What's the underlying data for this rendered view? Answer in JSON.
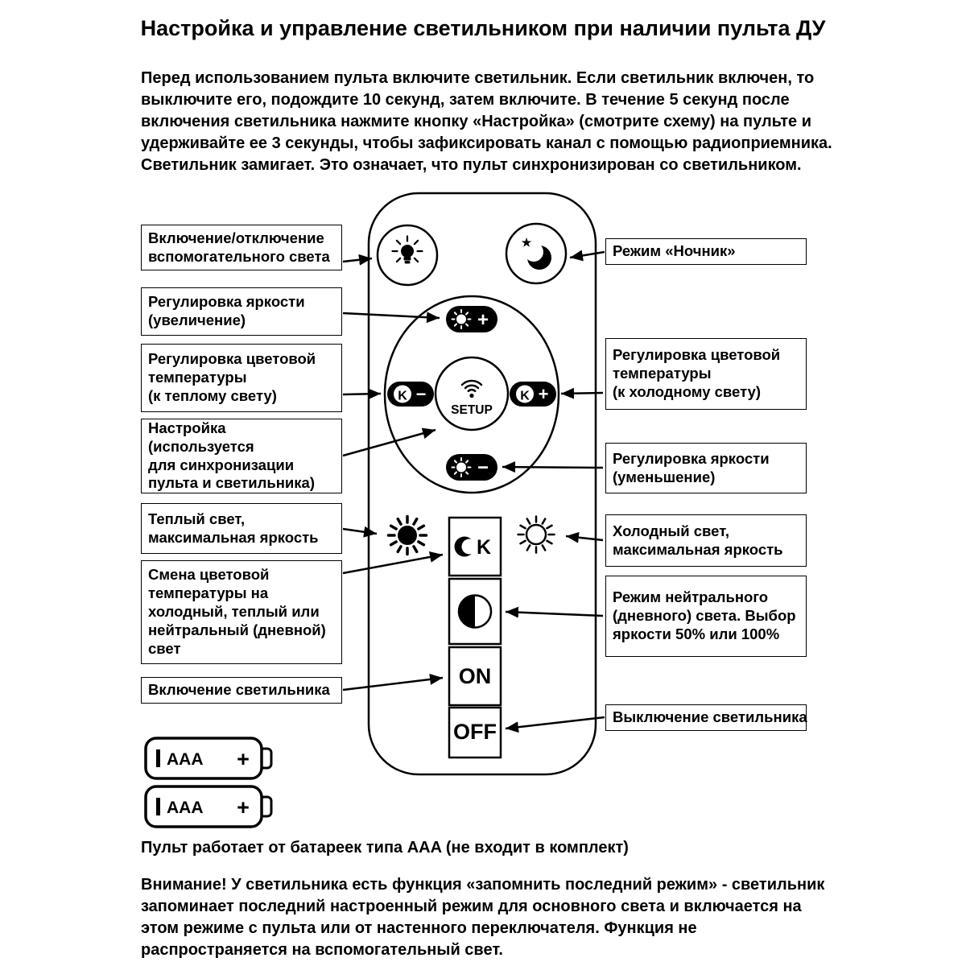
{
  "page": {
    "title": "Настройка и управление светильником при наличии пульта ДУ",
    "intro": "Перед использованием пульта включите светильник. Если светильник включен, то выключите его, подождите 10 секунд, затем включите. В течение 5 секунд после включения светильника нажмите кнопку «Настройка» (смотрите схему) на пульте и удерживайте ее 3 секунды, чтобы зафиксировать канал с помощью радиоприемника. Светильник замигает. Это означает, что пульт синхронизирован со светильником.",
    "battery_note": "Пульт работает от батареек типа AAA (не входит в комплект)",
    "warning": "Внимание! У светильника есть функция «запомнить последний режим» - светильник запоминает последний настроенный режим для основного света и включается на этом режиме с пульта или от настенного переключателя. Функция не распространяется на вспомогательный свет."
  },
  "callouts": {
    "left": [
      {
        "label": "Включение/отключение\nвспомогательного света"
      },
      {
        "label": "Регулировка яркости\n(увеличение)"
      },
      {
        "label": "Регулировка цветовой\nтемпературы\n(к теплому свету)"
      },
      {
        "label": "Настройка (используется\nдля синхронизации\nпульта и светильника)"
      },
      {
        "label": "Теплый свет,\nмаксимальная яркость"
      },
      {
        "label": "Смена цветовой\nтемпературы на\nхолодный, теплый или\nнейтральный (дневной)\nсвет"
      },
      {
        "label": "Включение светильника"
      }
    ],
    "right": [
      {
        "label": "Режим «Ночник»"
      },
      {
        "label": "Регулировка цветовой\nтемпературы\n(к холодному свету)"
      },
      {
        "label": "Регулировка яркости\n(уменьшение)"
      },
      {
        "label": "Холодный свет,\nмаксимальная яркость"
      },
      {
        "label": "Режим нейтрального\n(дневного) света. Выбор\nяркости 50% или 100%"
      },
      {
        "label": "Выключение светильника"
      }
    ]
  },
  "remote": {
    "setup": "SETUP",
    "on": "ON",
    "off": "OFF",
    "k": "K",
    "plus": "+",
    "minus": "−"
  },
  "batteries": [
    {
      "type": "AAA",
      "plus": "+"
    },
    {
      "type": "AAA",
      "plus": "+"
    }
  ],
  "colors": {
    "ink": "#000000",
    "paper": "#ffffff"
  }
}
